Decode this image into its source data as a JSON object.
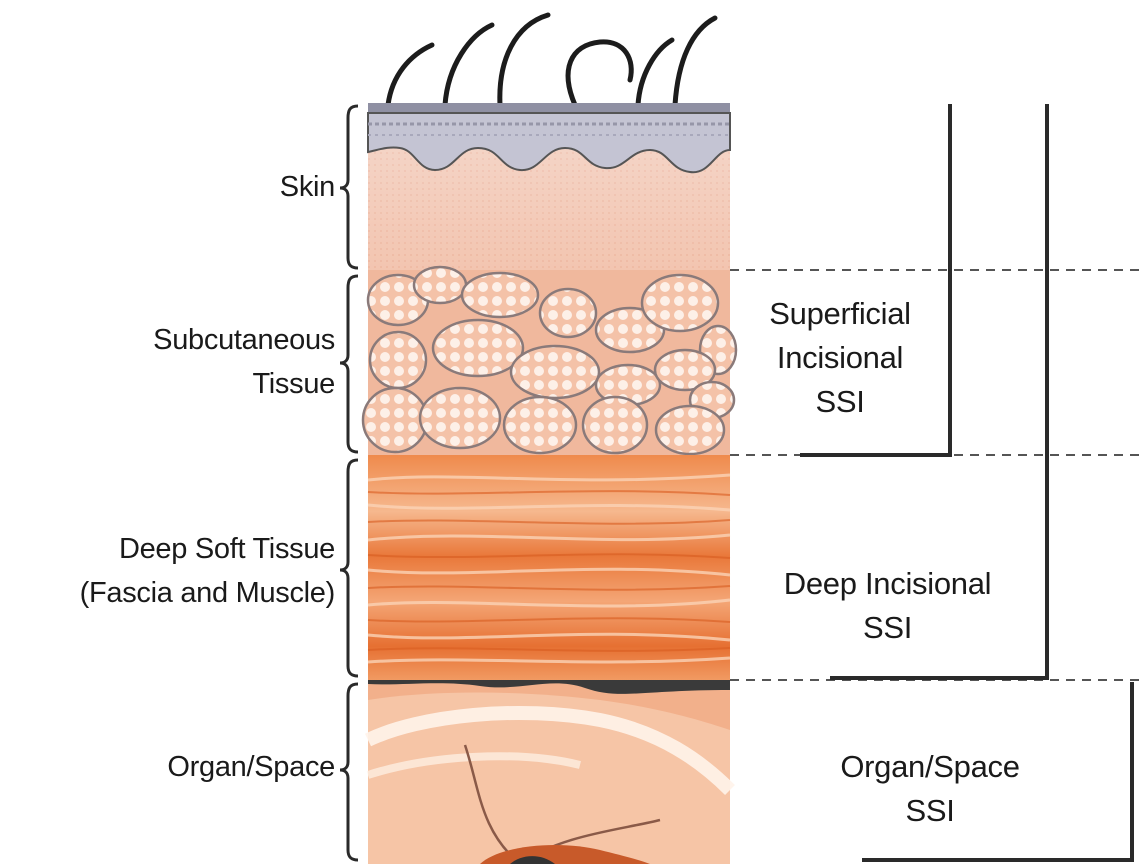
{
  "layers": [
    {
      "id": "skin",
      "label_lines": [
        "Skin"
      ]
    },
    {
      "id": "subcutaneous",
      "label_lines": [
        "Subcutaneous",
        "Tissue"
      ]
    },
    {
      "id": "deep",
      "label_lines": [
        "Deep Soft Tissue",
        "(Fascia and Muscle)"
      ]
    },
    {
      "id": "organ",
      "label_lines": [
        "Organ/Space"
      ]
    }
  ],
  "ssi_categories": [
    {
      "id": "superficial",
      "label_lines": [
        "Superficial",
        "Incisional",
        "SSI"
      ]
    },
    {
      "id": "deep",
      "label_lines": [
        "Deep Incisional",
        "SSI"
      ]
    },
    {
      "id": "organ",
      "label_lines": [
        "Organ/Space",
        "SSI"
      ]
    }
  ],
  "colors": {
    "line": "#2a2a2a",
    "skin_top": "#a9a9b8",
    "skin_dermis": "#f3d2c4",
    "fat_bg": "#f0b59a",
    "fat_cell": "#fbe7dc",
    "muscle": "#ea7d3e",
    "muscle_light": "#f7c4a0",
    "organ": "#f3b795",
    "organ_highlight": "#fff3ea",
    "hair": "#1c1c1c"
  }
}
